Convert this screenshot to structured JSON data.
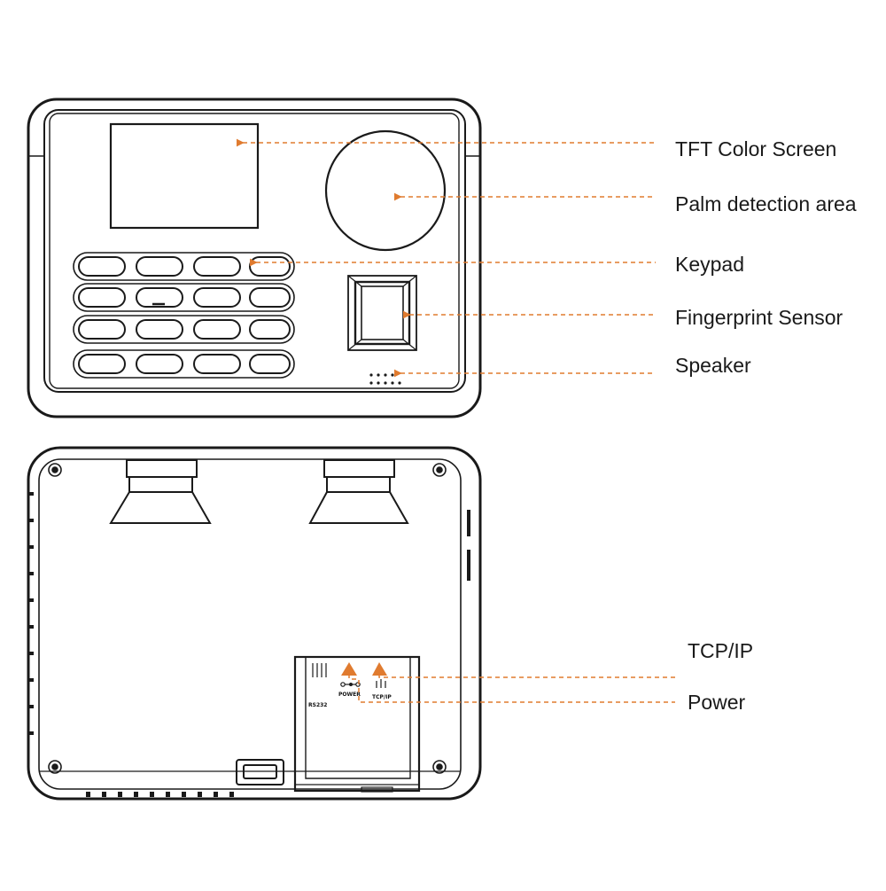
{
  "front_labels": {
    "screen": "TFT Color Screen",
    "palm": "Palm detection area",
    "keypad": "Keypad",
    "fingerprint": "Fingerprint Sensor",
    "speaker": "Speaker"
  },
  "back_labels": {
    "tcpip": "TCP/IP",
    "power": "Power"
  },
  "port_labels": {
    "rs232": "RS232",
    "power": "POWER",
    "tcpip": "TCP/IP"
  },
  "colors": {
    "accent": "#e07b2f",
    "outline": "#1a1a1a"
  }
}
